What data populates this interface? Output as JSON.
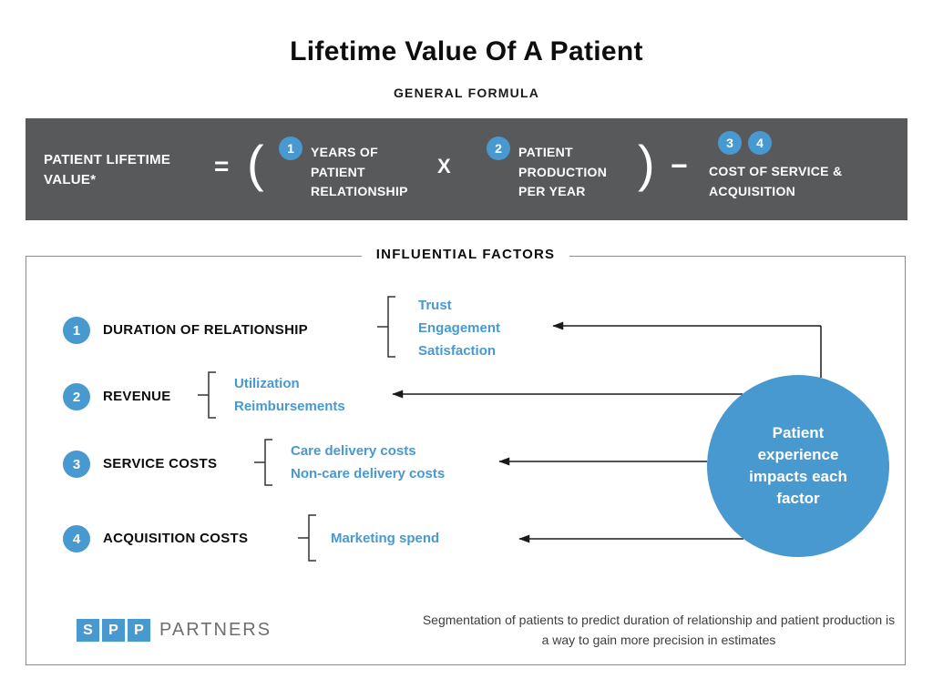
{
  "title": "Lifetime Value Of A Patient",
  "subtitle": "GENERAL FORMULA",
  "formula": {
    "label": "PATIENT LIFETIME VALUE*",
    "equals": "=",
    "open_paren": "(",
    "term1": {
      "num": "1",
      "label": "YEARS OF PATIENT RELATIONSHIP"
    },
    "times": "X",
    "term2": {
      "num": "2",
      "label": "PATIENT PRODUCTION PER YEAR"
    },
    "close_paren": ")",
    "minus": "−",
    "term3": {
      "num1": "3",
      "num2": "4",
      "label": "COST OF SERVICE & ACQUISITION"
    }
  },
  "factors_section": {
    "title": "INFLUENTIAL FACTORS",
    "factors": [
      {
        "num": "1",
        "label": "DURATION OF RELATIONSHIP",
        "items": [
          "Trust",
          "Engagement",
          "Satisfaction"
        ]
      },
      {
        "num": "2",
        "label": "REVENUE",
        "items": [
          "Utilization",
          "Reimbursements"
        ]
      },
      {
        "num": "3",
        "label": "SERVICE COSTS",
        "items": [
          "Care delivery costs",
          "Non-care delivery costs"
        ]
      },
      {
        "num": "4",
        "label": "ACQUISITION COSTS",
        "items": [
          "Marketing spend"
        ]
      }
    ],
    "circle_note": "Patient experience impacts each factor"
  },
  "footer": {
    "logo_letters": [
      "S",
      "P",
      "P"
    ],
    "logo_text": "PARTNERS",
    "note": "Segmentation of patients to predict duration of relationship and patient production is a way to gain more precision in estimates"
  },
  "colors": {
    "accent_blue": "#4899cf",
    "banner_gray": "#58595b"
  }
}
